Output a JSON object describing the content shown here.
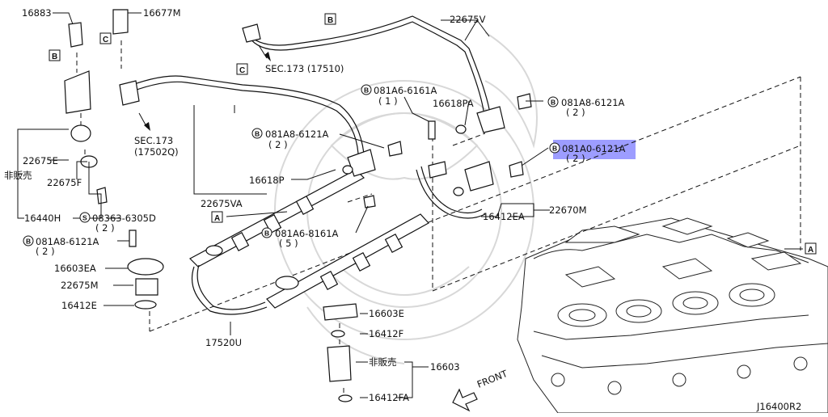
{
  "diagram_id": "J16400R2",
  "labels": {
    "p16883": "16883",
    "p16677m": "16677M",
    "box_b1": "B",
    "box_c1": "C",
    "box_b2": "B",
    "box_c2": "C",
    "box_a1": "A",
    "box_a2": "A",
    "p22675v": "22675V",
    "sec173_1": "SEC.173 (17510)",
    "sec173_2a": "SEC.173",
    "sec173_2b": "(17502Q)",
    "b081a6_6161a": "081A6-6161A",
    "b081a6_6161a_qty": "( 1 )",
    "p16618pa": "16618PA",
    "b081a8_6121a_r": "081A8-6121A",
    "b081a8_6121a_r_qty": "( 2 )",
    "b081a0_6121a": "081A0-6121A",
    "b081a0_6121a_qty": "( 2 )",
    "b081a8_6121a_m": "081A8-6121A",
    "b081a8_6121a_m_qty": "( 2 )",
    "p22675e": "22675E",
    "hanbai_1": "非販売",
    "p22675f": "22675F",
    "p16618p": "16618P",
    "p22675va": "22675VA",
    "p16412ea": "16412EA",
    "p22670m": "22670M",
    "p16440h": "16440H",
    "s08363_6305d": "08363-6305D",
    "s08363_qty": "( 2 )",
    "b081a6_8161a": "081A6-8161A",
    "b081a6_8161a_qty": "( 5 )",
    "b081a8_6121a_l": "081A8-6121A",
    "b081a8_6121a_l_qty": "( 2 )",
    "p16603ea": "16603EA",
    "p22675m": "22675M",
    "p16412e": "16412E",
    "p16603e": "16603E",
    "p16412f": "16412F",
    "hanbai_2": "非販売",
    "p16603": "16603",
    "p16412fa": "16412FA",
    "p17520u": "17520U",
    "front": "FRONT",
    "circle_b": "B",
    "circle_s": "S"
  },
  "highlight": {
    "part": "081A0-6121A",
    "color": "#8c8cff"
  }
}
